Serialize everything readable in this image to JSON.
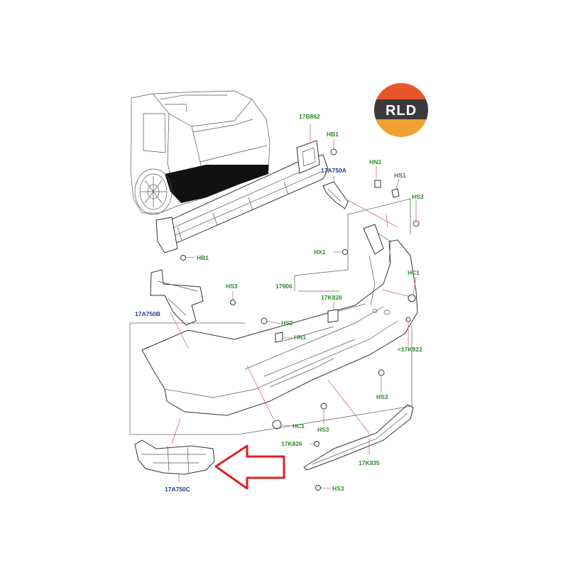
{
  "logo": {
    "text": "RLD",
    "colors": {
      "top": "#e8572c",
      "band": "#3a3a3a",
      "bottom": "#f0a030",
      "text": "#ffffff"
    }
  },
  "colors": {
    "label": "#2f8a2f",
    "label_alt": "#1f3e8c",
    "arrow": "#e02020",
    "leader": "#c56a7a"
  },
  "arrow": {
    "icon": "left-arrow-icon",
    "color": "#e02020"
  },
  "labels": {
    "l_17B862": "17B862",
    "l_HB1_top": "HB1",
    "l_17A750A": "17A750A",
    "l_HN2": "HN2",
    "l_HS1": "HS1",
    "l_HS3_r": "HS3",
    "l_HB1_bot": "HB1",
    "l_HX1": "HX1",
    "l_HC1_r": "HC1",
    "l_HS3_mid": "HS3",
    "l_17906": "17906",
    "l_17K826_mid": "17K826",
    "l_17A750B": "17A750B",
    "l_HS2": "HS2",
    "l_HN1": "HN1",
    "l_17K922": "<17K922",
    "l_HS3_low_r": "HS3",
    "l_HC1_bot": "HC1",
    "l_HS3_bot": "HS3",
    "l_17K826_bot": "17K826",
    "l_17K835": "17K835",
    "l_17A750C": "17A750C",
    "l_HS3_last": "HS3"
  }
}
